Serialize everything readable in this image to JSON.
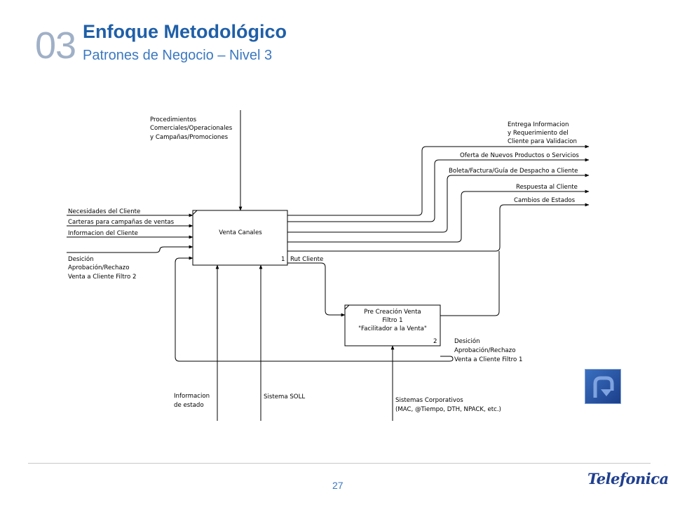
{
  "header": {
    "section_number": "03",
    "title": "Enfoque Metodológico",
    "subtitle": "Patrones de Negocio – Nivel 3"
  },
  "diagram": {
    "box1": {
      "label": "Venta Canales",
      "number": "1"
    },
    "box2": {
      "lines": [
        "Pre Creación Venta",
        "Filtro 1",
        "\"Facilitador a la Venta\""
      ],
      "number": "2"
    },
    "controls": {
      "procedimientos": [
        "Procedimientos",
        "Comerciales/Operacionales",
        "y Campañas/Promociones"
      ]
    },
    "inputs": {
      "necesidades": "Necesidades del Cliente",
      "carteras": "Carteras para campañas de ventas",
      "informacion": "Informacion del Cliente",
      "desicion_filtro2": [
        "Desición",
        "Aprobación/Rechazo",
        "Venta a Cliente Filtro 2"
      ]
    },
    "outputs": {
      "entrega": [
        "Entrega Informacion",
        "y Requerimiento del",
        "Cliente para Validacion"
      ],
      "oferta": "Oferta de Nuevos Productos o Servicios",
      "boleta": "Boleta/Factura/Guía de Despacho a Cliente",
      "respuesta": "Respuesta al Cliente",
      "cambios": "Cambios de Estados",
      "rut": "Rut Cliente",
      "desicion_filtro1": [
        "Desición",
        "Aprobación/Rechazo",
        "Venta a Cliente Filtro 1"
      ]
    },
    "mechanisms": {
      "info_estado": [
        "Informacion",
        "de estado"
      ],
      "soll": "Sistema SOLL",
      "corporativos": [
        "Sistemas Corporativos",
        "(MAC, @Tiempo, DTH, NPACK, etc.)"
      ]
    }
  },
  "footer": {
    "page_number": "27",
    "logo_text": "Telefonica"
  },
  "colors": {
    "title": "#1f5fa8",
    "subtitle": "#3b78c2",
    "section_number": "#9fb0c7",
    "back_button": "#2a56a8"
  },
  "icons": {
    "back_button": "u-turn-return-icon"
  }
}
